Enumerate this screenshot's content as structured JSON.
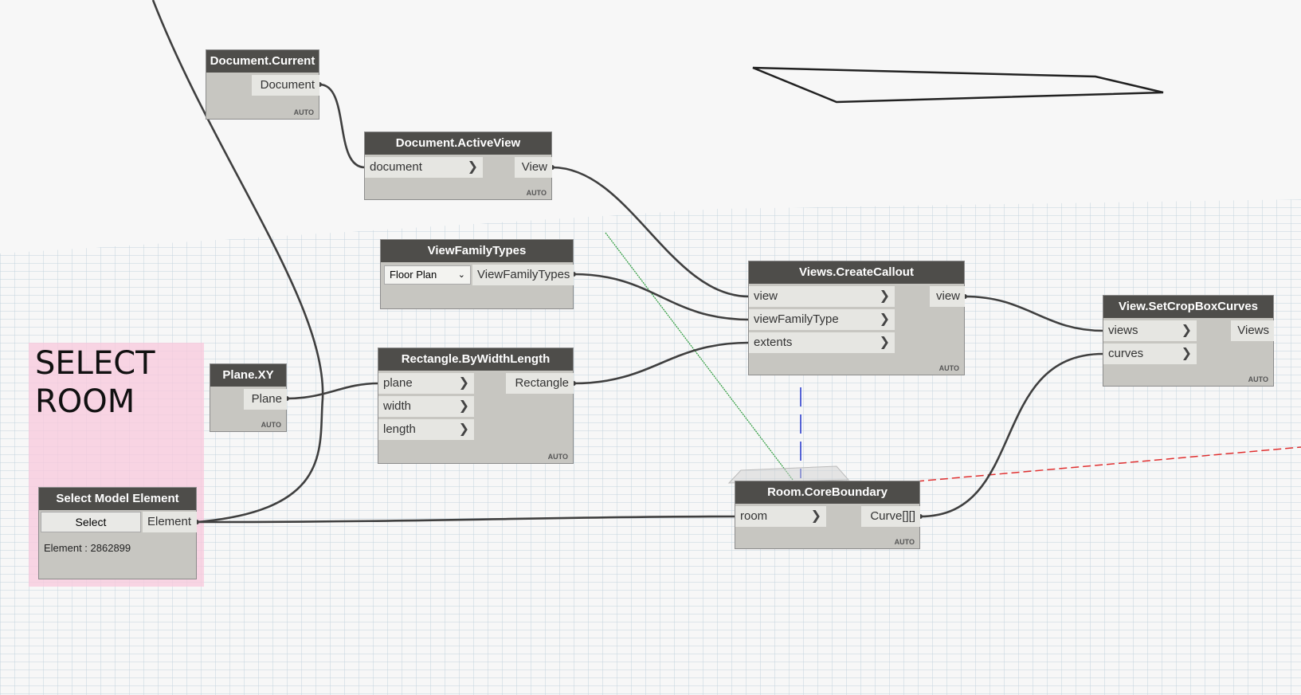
{
  "group": {
    "title": "SELECT\nROOM"
  },
  "nodes": {
    "document_current": {
      "title": "Document.Current",
      "output": "Document",
      "auto": "AUTO"
    },
    "document_activeview": {
      "title": "Document.ActiveView",
      "input": "document",
      "output": "View",
      "auto": "AUTO"
    },
    "viewfamilytypes": {
      "title": "ViewFamilyTypes",
      "dropdown_value": "Floor Plan",
      "output": "ViewFamilyTypes"
    },
    "views_createcallout": {
      "title": "Views.CreateCallout",
      "inputs": [
        "view",
        "viewFamilyType",
        "extents"
      ],
      "output": "view",
      "auto": "AUTO"
    },
    "view_setcropboxcurves": {
      "title": "View.SetCropBoxCurves",
      "inputs": [
        "views",
        "curves"
      ],
      "output": "Views",
      "auto": "AUTO"
    },
    "plane_xy": {
      "title": "Plane.XY",
      "output": "Plane",
      "auto": "AUTO"
    },
    "rectangle_bywidthlength": {
      "title": "Rectangle.ByWidthLength",
      "inputs": [
        "plane",
        "width",
        "length"
      ],
      "output": "Rectangle",
      "auto": "AUTO"
    },
    "select_model_element": {
      "title": "Select Model Element",
      "button": "Select",
      "output": "Element",
      "info": "Element : 2862899"
    },
    "room_coreboundary": {
      "title": "Room.CoreBoundary",
      "input": "room",
      "output": "Curve[][]",
      "auto": "AUTO"
    }
  }
}
